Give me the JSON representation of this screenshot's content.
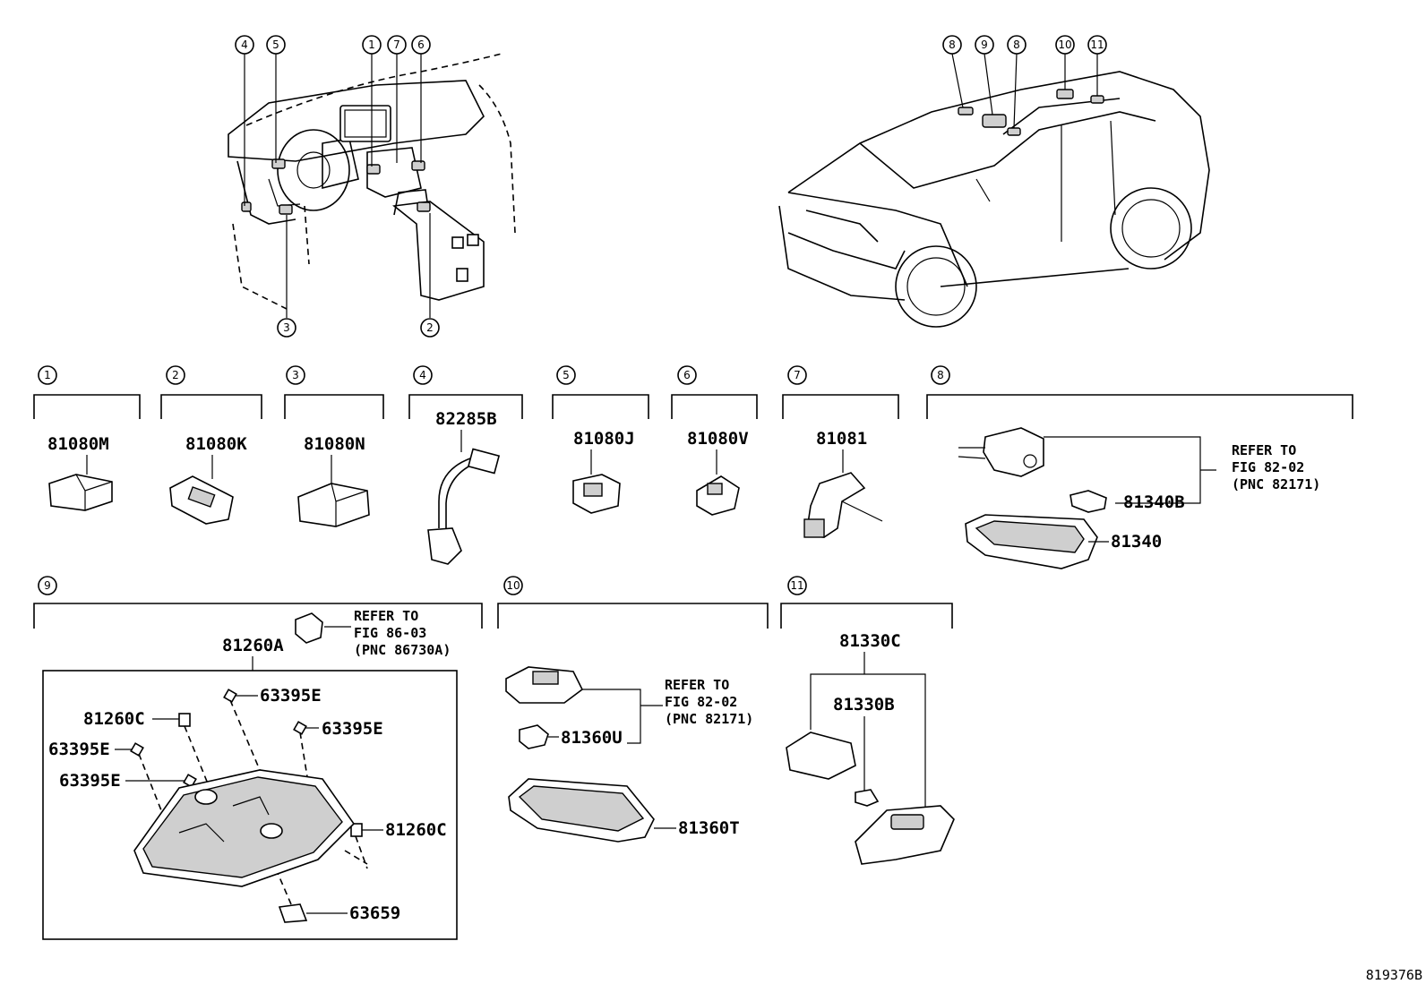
{
  "callouts": {
    "n1": "1",
    "n2": "2",
    "n3": "3",
    "n4": "4",
    "n5": "5",
    "n6": "6",
    "n7": "7",
    "n8": "8",
    "n9": "9",
    "n10": "10",
    "n11": "11"
  },
  "parts": {
    "p81080M": "81080M",
    "p81080K": "81080K",
    "p81080N": "81080N",
    "p82285B": "82285B",
    "p81080J": "81080J",
    "p81080V": "81080V",
    "p81081": "81081",
    "p81340B": "81340B",
    "p81340": "81340",
    "p81260A": "81260A",
    "p63395E": "63395E",
    "p81260C": "81260C",
    "p63659": "63659",
    "p81360U": "81360U",
    "p81360T": "81360T",
    "p81330C": "81330C",
    "p81330B": "81330B"
  },
  "refs": {
    "r8": {
      "l1": "REFER TO",
      "l2": "FIG 82-02",
      "l3": "(PNC 82171)"
    },
    "r9": {
      "l1": "REFER TO",
      "l2": "FIG 86-03",
      "l3": "(PNC 86730A)"
    },
    "r10": {
      "l1": "REFER TO",
      "l2": "FIG 82-02",
      "l3": "(PNC 82171)"
    }
  },
  "figure_code": "819376B"
}
